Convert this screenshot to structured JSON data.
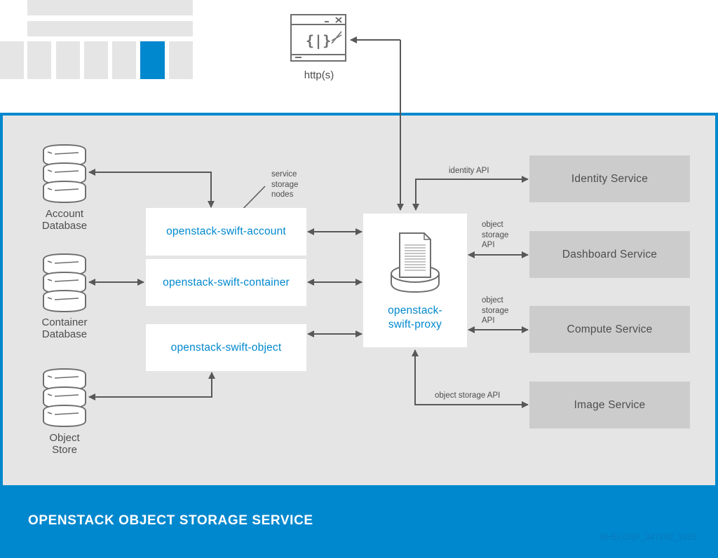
{
  "header": {
    "http_label": "http(s)",
    "http_icon": "code-window-icon",
    "wireframe_icon": "website-wireframe-icon"
  },
  "nodes": {
    "account": "openstack-swift-account",
    "container": "openstack-swift-container",
    "object": "openstack-swift-object",
    "proxy_line1": "openstack-",
    "proxy_line2": "swift-proxy"
  },
  "databases": [
    {
      "line1": "Account",
      "line2": "Database"
    },
    {
      "line1": "Container",
      "line2": "Database"
    },
    {
      "line1": "Object",
      "line2": "Store"
    }
  ],
  "annotations": {
    "service_storage_nodes": [
      "service",
      "storage",
      "nodes"
    ],
    "identity_api": "identity API",
    "object_storage_api_dashboard": [
      "object",
      "storage",
      "API"
    ],
    "object_storage_api_compute": [
      "object",
      "storage",
      "API"
    ],
    "object_storage_api_image": "object storage API"
  },
  "services": [
    {
      "label": "Identity Service"
    },
    {
      "label": "Dashboard Service"
    },
    {
      "label": "Compute Service"
    },
    {
      "label": "Image Service"
    }
  ],
  "footer": {
    "title": "OPENSTACK OBJECT STORAGE SERVICE",
    "code": "RHELOSP_347192_1015"
  },
  "colors": {
    "brand_blue": "#0088ce",
    "panel_gray": "#e5e5e5",
    "service_gray": "#cccccc",
    "arrow_gray": "#585858"
  }
}
